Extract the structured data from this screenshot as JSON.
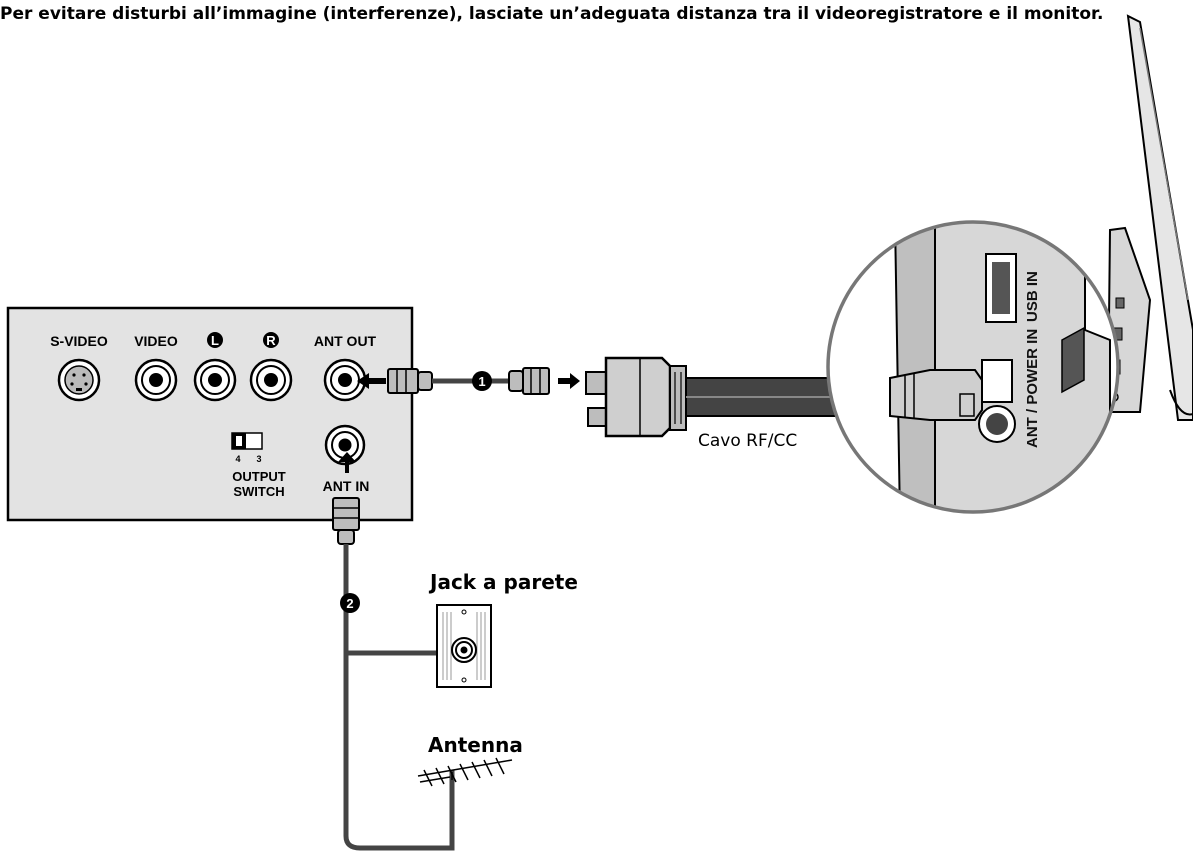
{
  "caption": "Per evitare disturbi all’immagine (interferenze), lasciate un’adeguata distanza tra il videoregistratore e il monitor.",
  "vcr": {
    "ports": {
      "s_video": "S-VIDEO",
      "video": "VIDEO",
      "left": "L",
      "right": "R",
      "ant_out": "ANT OUT",
      "ant_in": "ANT IN"
    },
    "switch": {
      "pos_a": "4",
      "pos_b": "3",
      "label_line1": "OUTPUT",
      "label_line2": "SWITCH"
    }
  },
  "steps": {
    "one": "1",
    "two": "2"
  },
  "cable_label": "Cavo RF/CC",
  "wall_jack_label": "Jack a parete",
  "antenna_label": "Antenna",
  "tv": {
    "usb_label": "USB IN",
    "ant_power_label": "ANT / POWER IN"
  },
  "colors": {
    "panel": "#e3e3e3",
    "cable": "#444444",
    "plug": "#bdbdbd",
    "outline": "#000000",
    "tv_body": "#d7d7d7"
  }
}
